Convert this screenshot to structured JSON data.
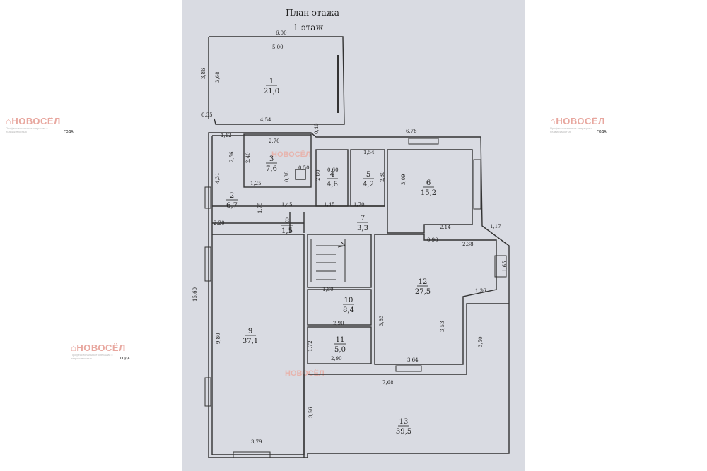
{
  "plan": {
    "title": "План этажа",
    "subtitle": "1 этаж",
    "rooms": [
      {
        "id": "1",
        "area": "21,0"
      },
      {
        "id": "2",
        "area": "6,7"
      },
      {
        "id": "3",
        "area": "7,6"
      },
      {
        "id": "4",
        "area": "4,6"
      },
      {
        "id": "5",
        "area": "4,2"
      },
      {
        "id": "6",
        "area": "15,2"
      },
      {
        "id": "7",
        "area": "3,3"
      },
      {
        "id": "8",
        "area": "1,5"
      },
      {
        "id": "9",
        "area": "37,1"
      },
      {
        "id": "10",
        "area": "8,4"
      },
      {
        "id": "11",
        "area": "5,0"
      },
      {
        "id": "12",
        "area": "27,5"
      },
      {
        "id": "13",
        "area": "39,5"
      }
    ],
    "dimensions": [
      "6,00",
      "5,00",
      "3,86",
      "3,68",
      "0,35",
      "4,54",
      "6,78",
      "1,12",
      "2,70",
      "0,40",
      "2,56",
      "2,40",
      "1,54",
      "0,50",
      "0,38",
      "1,25",
      "4,31",
      "0,60",
      "2,80",
      "2,80",
      "3,09",
      "1,45",
      "1,45",
      "1,70",
      "1,75",
      "2,20",
      "2,14",
      "1,17",
      "0,90",
      "2,38",
      "1,65",
      "1,36",
      "15,60",
      "1,80",
      "2,90",
      "3,83",
      "3,53",
      "9,80",
      "1,72",
      "3,50",
      "2,90",
      "3,64",
      "7,68",
      "3,56",
      "3,79"
    ]
  },
  "watermark": {
    "brand": "НОВОСЁЛ",
    "tagline": "Профессиональные операции с недвижимостью",
    "badge": "ГОДА",
    "brand_color": "#e07a6e"
  }
}
